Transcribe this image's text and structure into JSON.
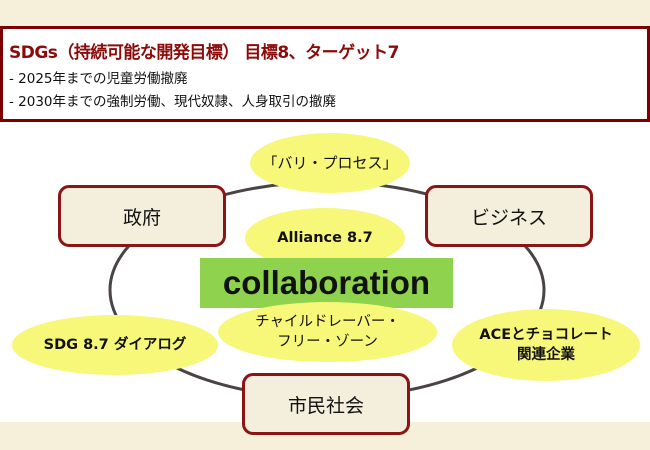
{
  "header": {
    "title": "SDGs（持続可能な開発目標） 目標8、ターゲット7",
    "lines": [
      "- 2025年までの児童労働撤廃",
      "- 2030年までの強制労働、現代奴隷、人身取引の撤廃"
    ]
  },
  "diagram": {
    "center": "collaboration",
    "actors": {
      "government": "政府",
      "business": "ビジネス",
      "civil_society": "市民社会"
    },
    "initiatives": {
      "bali": "「バリ・プロセス」",
      "alliance": "Alliance 8.7",
      "clfz_1": "チャイルドレーバー・",
      "clfz_2": "フリー・ゾーン",
      "sdg": "SDG 8.7 ダイアログ",
      "ace_1": "ACEとチョコレート",
      "ace_2": "関連企業"
    }
  },
  "colors": {
    "accent": "#8b0a0a",
    "ellipse": "#f7f77a",
    "center": "#8ed24e",
    "band": "#f6f0da"
  }
}
